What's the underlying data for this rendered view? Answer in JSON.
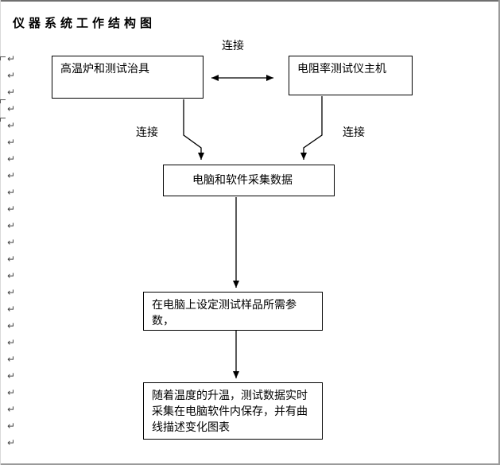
{
  "document": {
    "title": "仪器系统工作结构图"
  },
  "margins": {
    "paragraph_mark": "↵"
  },
  "flowchart": {
    "box_furnace": "高温炉和测试治具",
    "box_tester": "电阻率测试仪主机",
    "box_computer": "电脑和软件采集数据",
    "box_params": "在电脑上设定测试样品所需参数，",
    "box_result": "随着温度的升温，测试数据实时采集在电脑软件内保存，并有曲线描述变化图表",
    "label_connect_top": "连接",
    "label_connect_left": "连接",
    "label_connect_right": "连接",
    "line_color": "#000000"
  }
}
